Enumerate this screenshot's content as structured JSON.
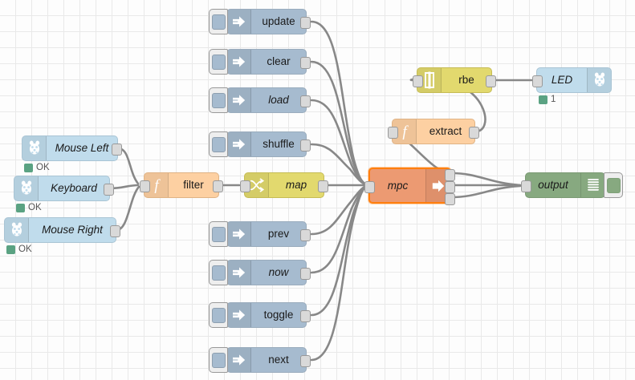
{
  "editor": {
    "name": "node-red-flow-canvas",
    "grid_size": 20,
    "background": "#fdfdfd",
    "grid_color": "#e9e9e9",
    "wire_color": "#888888"
  },
  "palette": {
    "inject": "#a6bbcf",
    "rpi": "#c0dcec",
    "function": "#fdd0a2",
    "switch": "#e2d96e",
    "rbe": "#e2d96e",
    "mpc": "#ec9a72",
    "debug": "#87a980",
    "selection": "#ff7f0e",
    "status_ok": "#5aa282"
  },
  "nodes": {
    "mouse_left": {
      "label": "Mouse Left",
      "type": "rpi",
      "icon": "raspberrypi-icon",
      "italic": true,
      "status": "OK"
    },
    "keyboard": {
      "label": "Keyboard",
      "type": "rpi",
      "icon": "raspberrypi-icon",
      "italic": true,
      "status": "OK"
    },
    "mouse_right": {
      "label": "Mouse Right",
      "type": "rpi",
      "icon": "raspberrypi-icon",
      "italic": true,
      "status": "OK"
    },
    "filter": {
      "label": "filter",
      "type": "function",
      "icon": "function-icon",
      "italic": false
    },
    "map": {
      "label": "map",
      "type": "switch",
      "icon": "switch-icon",
      "italic": true
    },
    "update": {
      "label": "update",
      "type": "inject",
      "icon": "inject-icon",
      "italic": false
    },
    "clear": {
      "label": "clear",
      "type": "inject",
      "icon": "inject-icon",
      "italic": false
    },
    "load": {
      "label": "load",
      "type": "inject",
      "icon": "inject-icon",
      "italic": true
    },
    "shuffle": {
      "label": "shuffle",
      "type": "inject",
      "icon": "inject-icon",
      "italic": false
    },
    "prev": {
      "label": "prev",
      "type": "inject",
      "icon": "inject-icon",
      "italic": false
    },
    "now": {
      "label": "now",
      "type": "inject",
      "icon": "inject-icon",
      "italic": true
    },
    "toggle": {
      "label": "toggle",
      "type": "inject",
      "icon": "inject-icon",
      "italic": false
    },
    "next": {
      "label": "next",
      "type": "inject",
      "icon": "inject-icon",
      "italic": false
    },
    "mpc": {
      "label": "mpc",
      "type": "mpc",
      "icon": "arrow-right-icon",
      "italic": true,
      "selected": true,
      "outputs": 3
    },
    "rbe": {
      "label": "rbe",
      "type": "rbe",
      "icon": "rbe-step-icon",
      "italic": false
    },
    "extract": {
      "label": "extract",
      "type": "function",
      "icon": "function-icon",
      "italic": false
    },
    "led": {
      "label": "LED",
      "type": "rpi",
      "icon": "raspberrypi-icon",
      "italic": true,
      "status": "1"
    },
    "output": {
      "label": "output",
      "type": "debug",
      "icon": "debug-lines-icon",
      "italic": true
    }
  }
}
